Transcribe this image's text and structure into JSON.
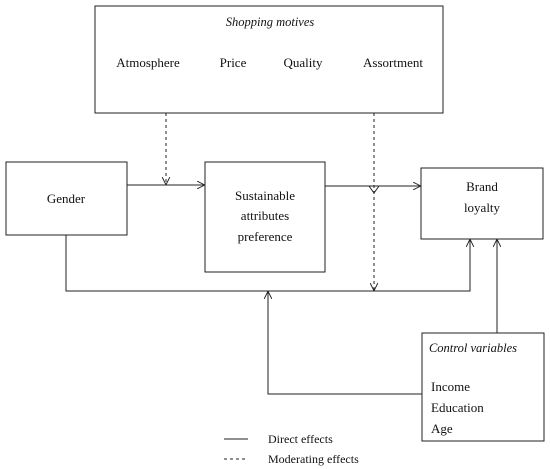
{
  "shopping_motives": {
    "title": "Shopping motives",
    "items": [
      "Atmosphere",
      "Price",
      "Quality",
      "Assortment"
    ]
  },
  "gender": {
    "label": "Gender"
  },
  "sustainable": {
    "lines": [
      "Sustainable",
      "attributes",
      "preference"
    ]
  },
  "brand": {
    "lines": [
      "Brand",
      "loyalty"
    ]
  },
  "control": {
    "title": "Control variables",
    "items": [
      "Income",
      "Education",
      "Age"
    ]
  },
  "legend": {
    "direct": "Direct effects",
    "moderating": "Moderating effects"
  }
}
